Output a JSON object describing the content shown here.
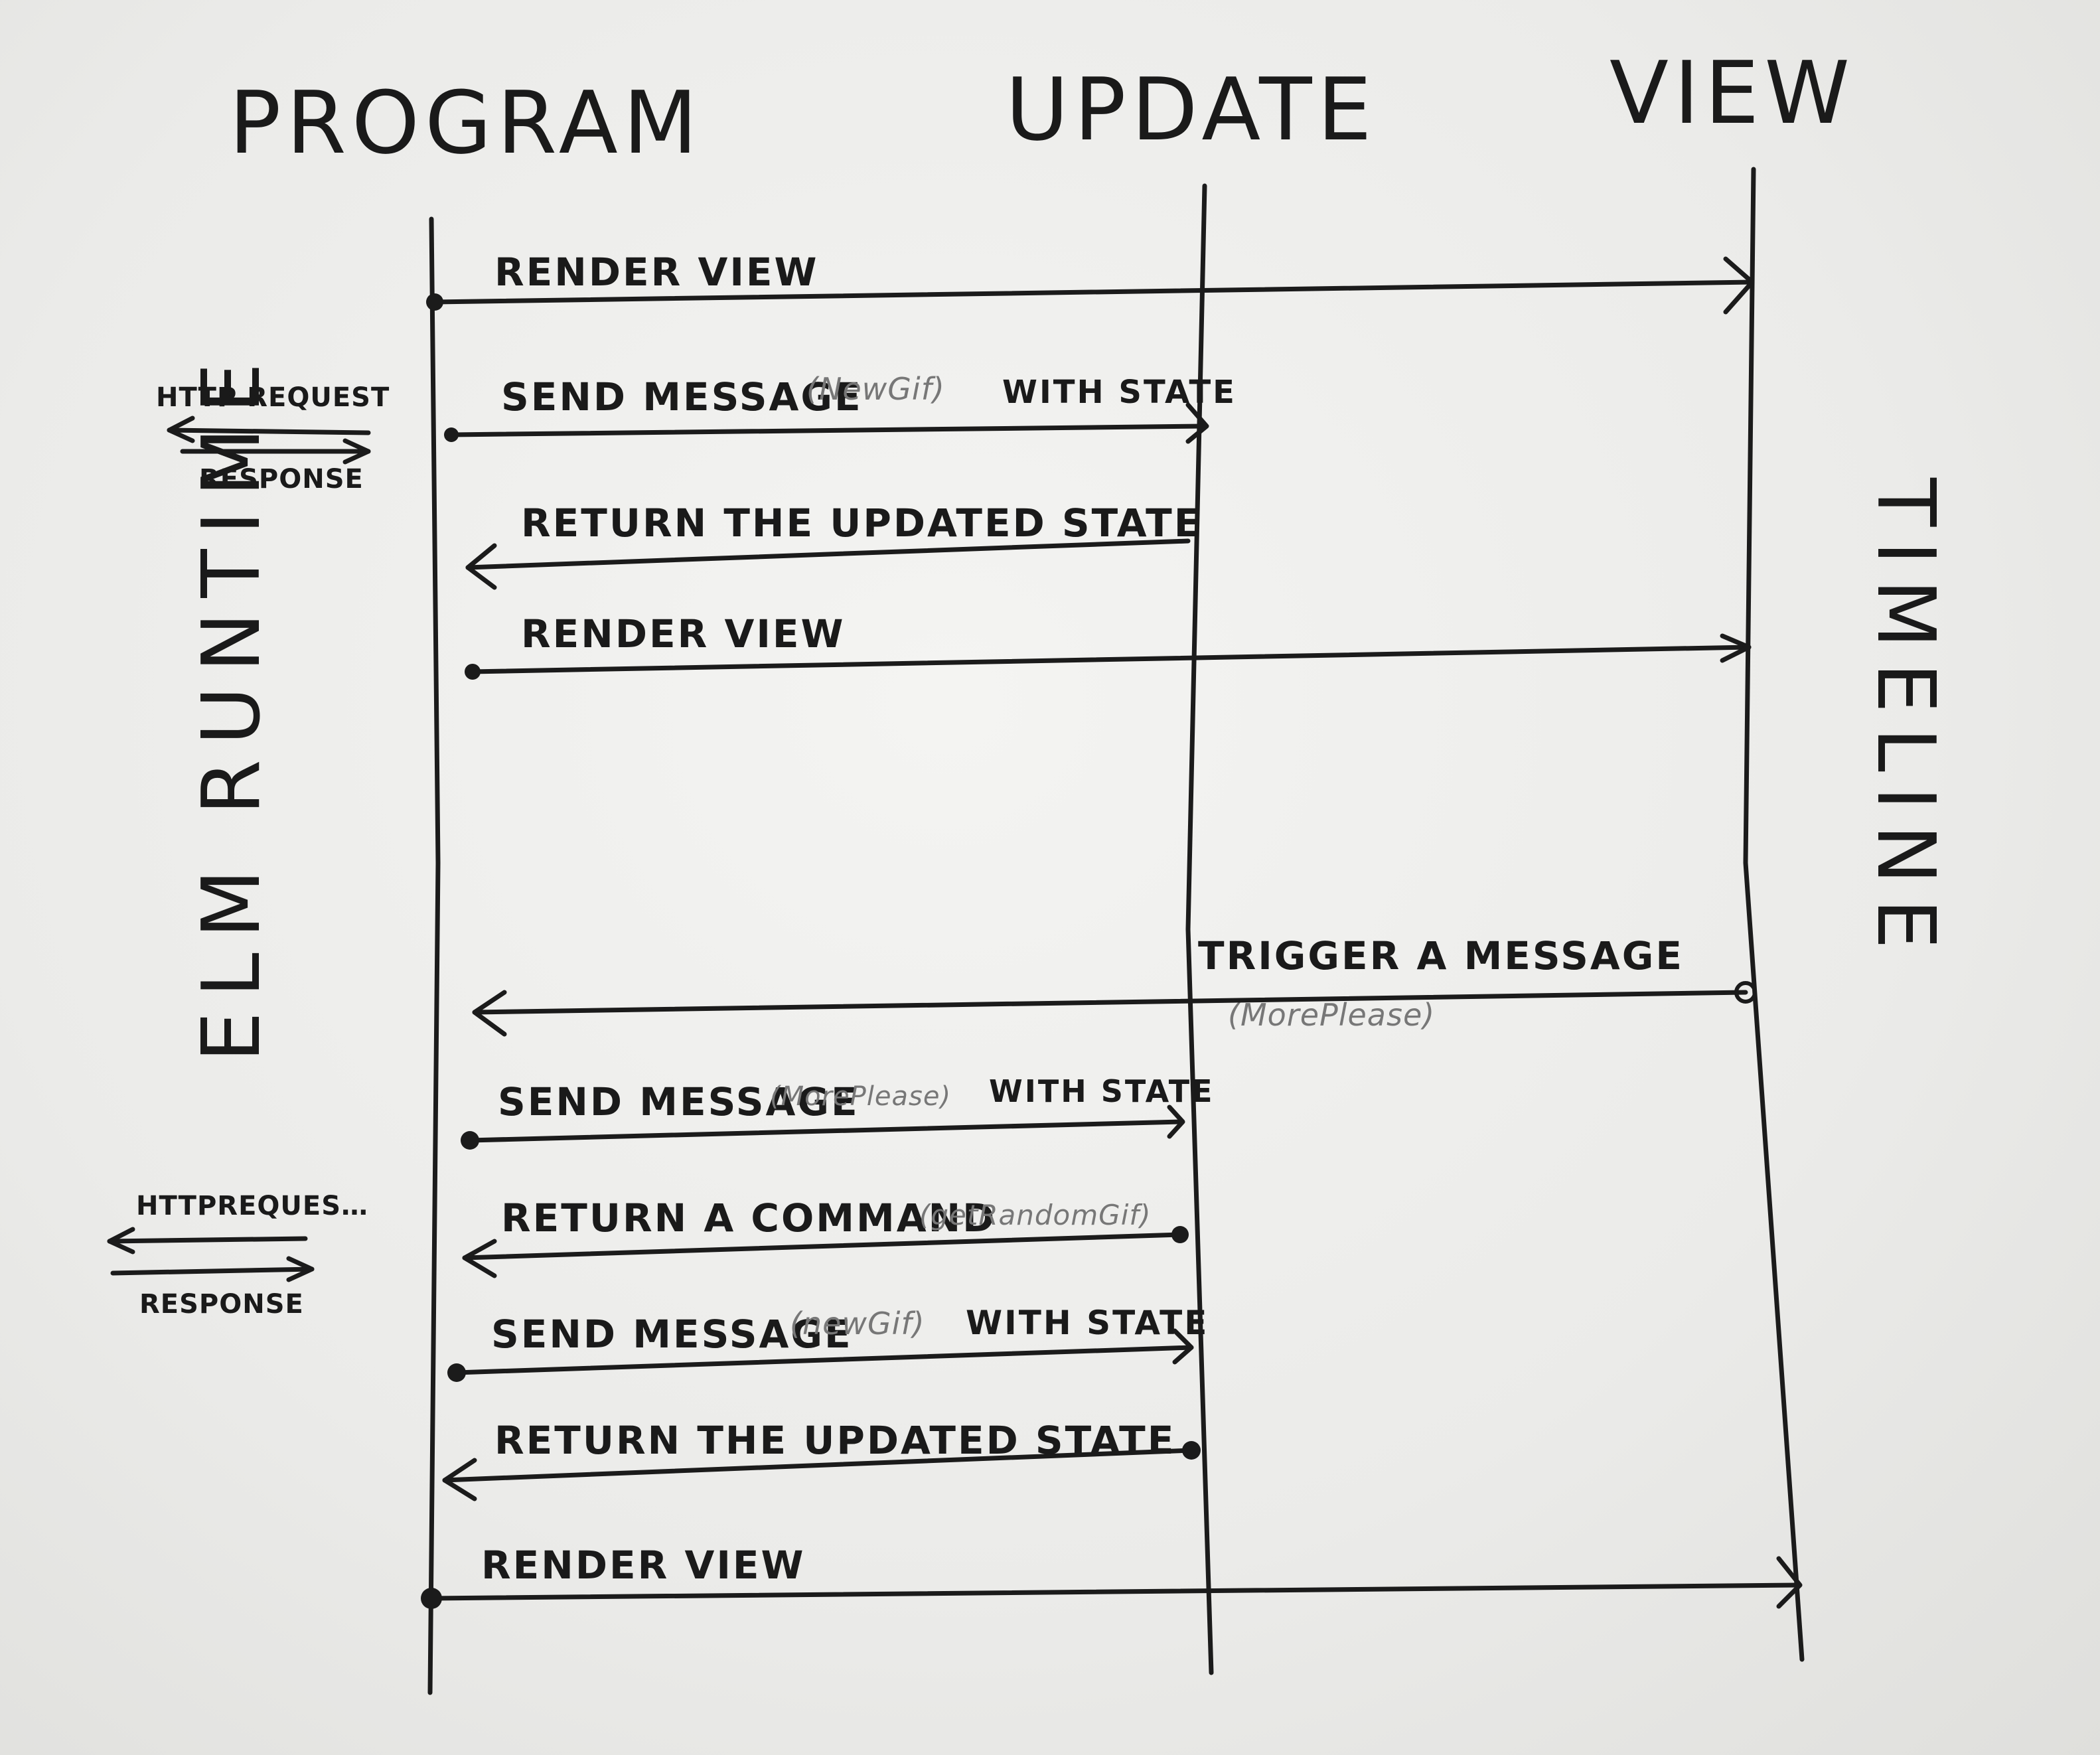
{
  "lifelines": {
    "program": "PROGRAM",
    "update": "UPDATE",
    "view": "VIEW"
  },
  "side_labels": {
    "runtime": "ELM RUNTIME",
    "timeline": "TIMELINE"
  },
  "http_notes": [
    {
      "request": "HTTP REQUEST",
      "response": "RESPONSE"
    },
    {
      "request": "HTTPREQUES…",
      "response": "RESPONSE"
    }
  ],
  "messages": [
    {
      "label": "RENDER VIEW",
      "note": ""
    },
    {
      "label": "SEND MESSAGE",
      "note": "(NewGif)",
      "suffix": "WITH STATE"
    },
    {
      "label": "RETURN THE UPDATED STATE",
      "note": ""
    },
    {
      "label": "RENDER VIEW",
      "note": ""
    },
    {
      "label": "TRIGGER A MESSAGE",
      "note": "(MorePlease)"
    },
    {
      "label": "SEND MESSAGE",
      "note": "(MorePlease)",
      "suffix": "WITH STATE"
    },
    {
      "label": "RETURN A COMMAND",
      "note": "(getRandomGif)"
    },
    {
      "label": "SEND MESSAGE",
      "note": "(newGif)",
      "suffix": "WITH STATE"
    },
    {
      "label": "RETURN THE UPDATED STATE",
      "note": ""
    },
    {
      "label": "RENDER VIEW",
      "note": ""
    }
  ]
}
